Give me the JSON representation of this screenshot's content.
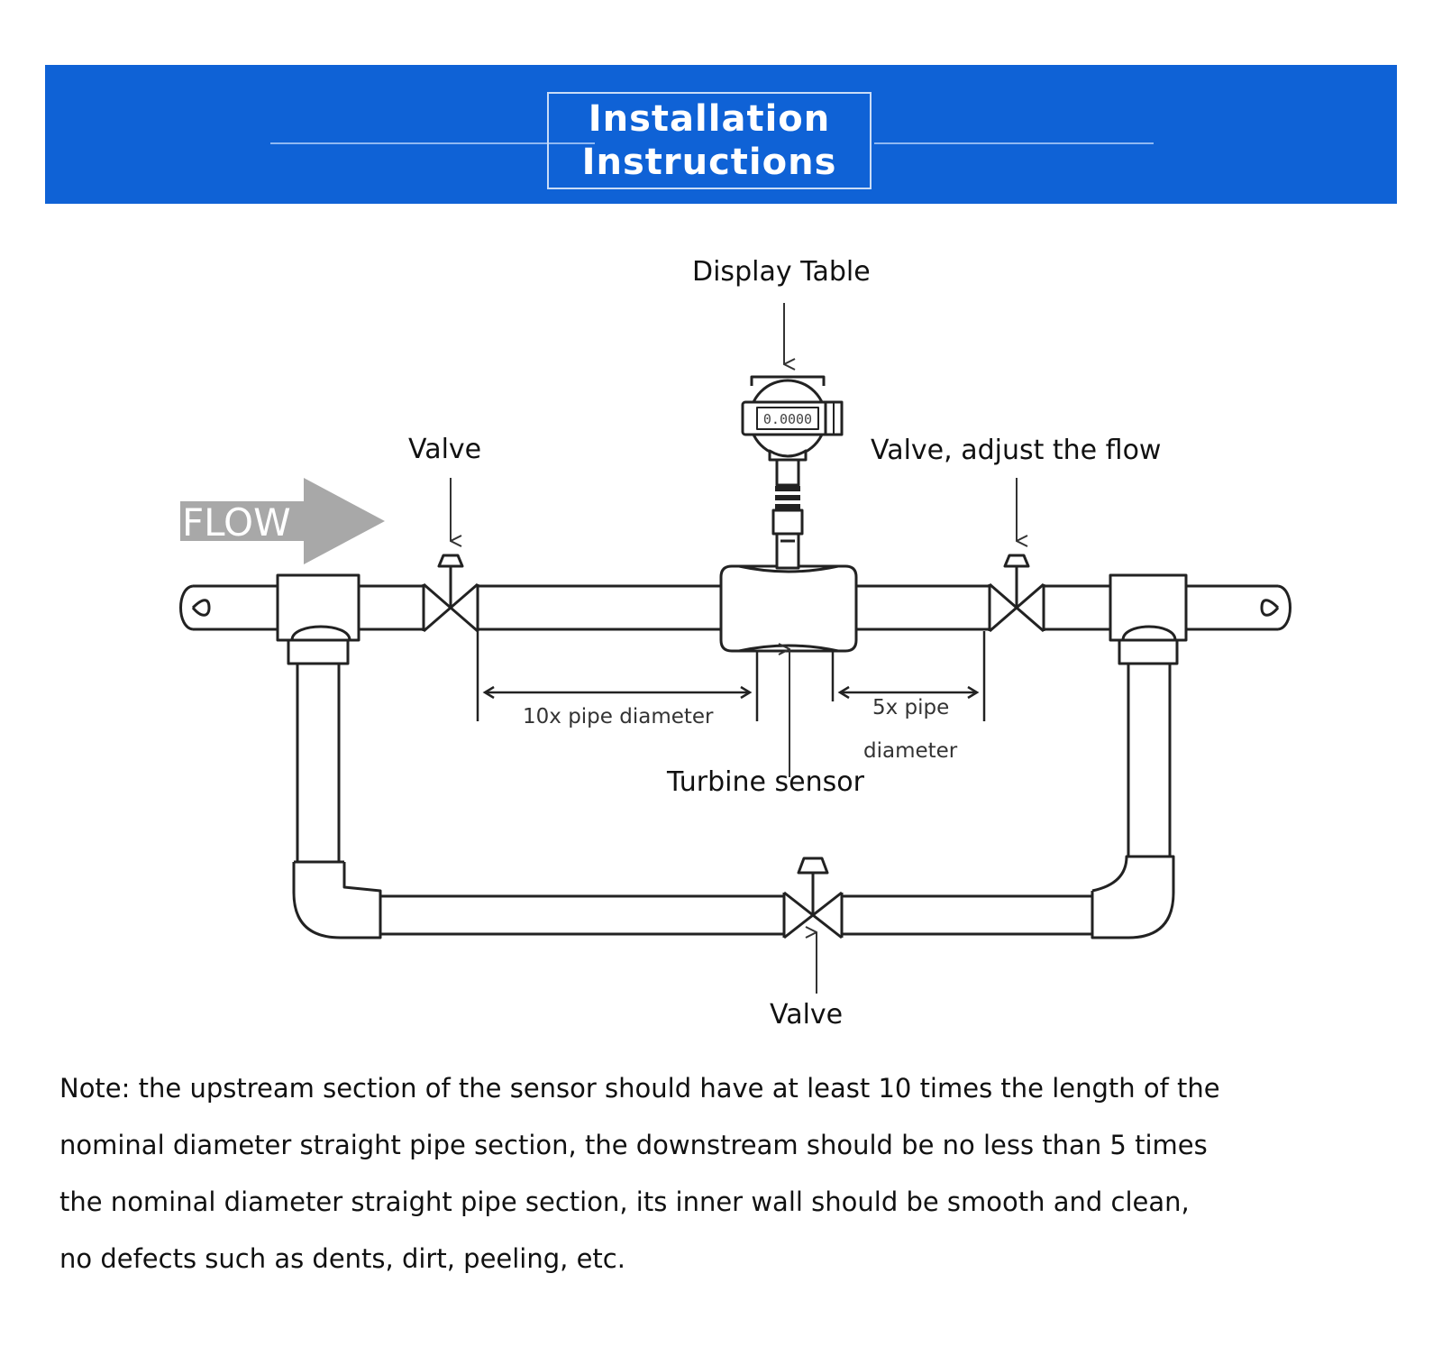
{
  "header": {
    "title_line1": "Installation",
    "title_line2": "Instructions",
    "banner_color": "#0f62d6"
  },
  "diagram": {
    "flow_label": "FLOW",
    "display_readout": "0.0000",
    "labels": {
      "display_table": "Display Table",
      "valve_left": "Valve",
      "valve_right": "Valve, adjust the flow",
      "upstream_distance": "10x pipe diameter",
      "downstream_distance_line1": "5x pipe",
      "downstream_distance_line2": "diameter",
      "turbine_sensor": "Turbine sensor",
      "valve_bottom": "Valve"
    }
  },
  "note": {
    "lines": [
      "Note: the upstream section of the sensor should have at least 10 times the length of the",
      "nominal diameter straight pipe section, the downstream should be no less than 5 times",
      "the nominal diameter straight pipe section, its inner wall should be smooth and clean,",
      "no defects such as dents, dirt, peeling, etc."
    ]
  }
}
